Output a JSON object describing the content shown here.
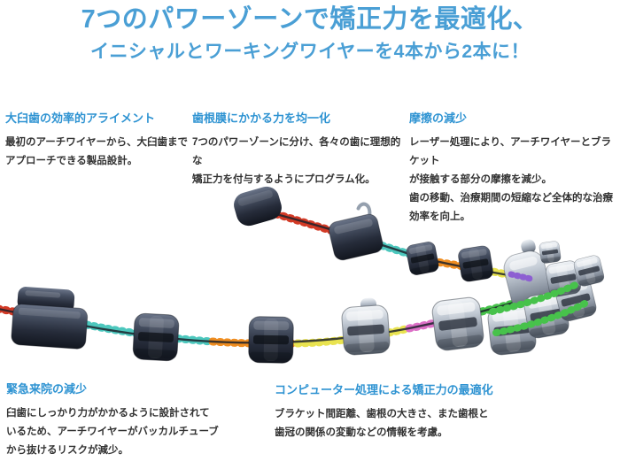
{
  "header": {
    "title_line1": "7つのパワーゾーンで矯正力を最適化、",
    "title_line2": "イニシャルとワーキングワイヤーを4本から2本に！",
    "title_color": "#4a9fd5"
  },
  "colors": {
    "section_heading": "#2e93d2",
    "body_text": "#333333"
  },
  "features_top": [
    {
      "heading": "大臼歯の効率的アライメント",
      "body": "最初のアーチワイヤーから、大臼歯まで\nアプローチできる製品設計。"
    },
    {
      "heading": "歯根膜にかかる力を均一化",
      "body": "7つのパワーゾーンに分け、各々の歯に理想的な\n矯正力を付与するようにプログラム化。"
    },
    {
      "heading": "摩擦の減少",
      "body": "レーザー処理により、アーチワイヤーとブラケット\nが接触する部分の摩擦を減少。\n歯の移動、治療期間の短縮など全体的な治療\n効率を向上。"
    }
  ],
  "features_bottom": [
    {
      "heading": "緊急来院の減少",
      "body": "臼歯にしっかり力がかかるように設計されて\nいるため、アーチワイヤーがバッカルチューブ\nから抜けるリスクが減少。"
    },
    {
      "heading": "コンピューター処理による矯正力の最適化",
      "body": "ブラケット間距離、歯根の大きさ、また歯根と\n歯冠の関係の変動などの情報を考慮。"
    }
  ],
  "illustration": {
    "zones": [
      {
        "name": "power-zone-red",
        "color": "#d23a26"
      },
      {
        "name": "power-zone-teal",
        "color": "#4cc7bd"
      },
      {
        "name": "power-zone-orange",
        "color": "#ef8d20"
      },
      {
        "name": "power-zone-yellow",
        "color": "#e9e350"
      },
      {
        "name": "power-zone-pink",
        "color": "#dc6fc6"
      },
      {
        "name": "power-zone-purple",
        "color": "#8d5fd2"
      },
      {
        "name": "power-zone-green",
        "color": "#47c24b"
      }
    ]
  }
}
